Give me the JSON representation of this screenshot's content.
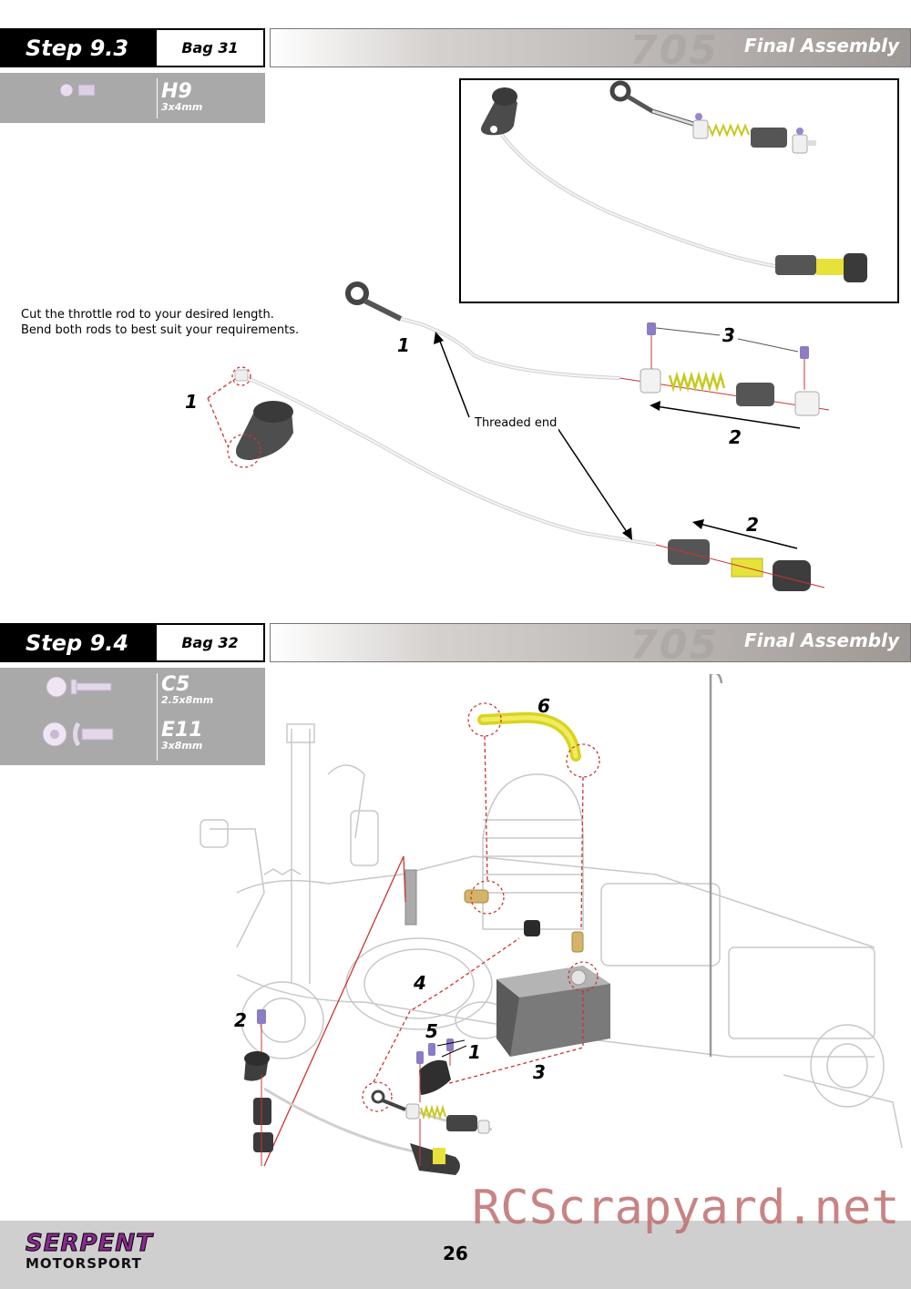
{
  "step93": {
    "step_label": "Step 9.3",
    "bag_label": "Bag 31",
    "title": "Final Assembly",
    "logo_ghost": "705"
  },
  "parts93": [
    {
      "code": "H9",
      "size": "3x4mm"
    }
  ],
  "instruction": {
    "line1": "Cut the throttle rod to your desired length.",
    "line2": "Bend both rods to best suit your requirements."
  },
  "callouts93": {
    "c1a": "1",
    "c1b": "1",
    "c2a": "2",
    "c2b": "2",
    "c3": "3",
    "threaded": "Threaded end"
  },
  "step94": {
    "step_label": "Step 9.4",
    "bag_label": "Bag 32",
    "title": "Final Assembly",
    "logo_ghost": "705"
  },
  "parts94": [
    {
      "code": "C5",
      "size": "2.5x8mm"
    },
    {
      "code": "E11",
      "size": "3x8mm"
    }
  ],
  "callouts94": {
    "c1": "1",
    "c2": "2",
    "c3": "3",
    "c4": "4",
    "c5": "5",
    "c6": "6"
  },
  "footer": {
    "brand_top": "SERPENT",
    "brand_bottom": "MOTORSPORT",
    "page_number": "26",
    "watermark": "RCScrapyard.net"
  },
  "colors": {
    "accent_purple": "#8a2a8f",
    "callout_red": "#cc3333",
    "yellow_part": "#e6e23a",
    "dark_part": "#4a4a4a"
  }
}
